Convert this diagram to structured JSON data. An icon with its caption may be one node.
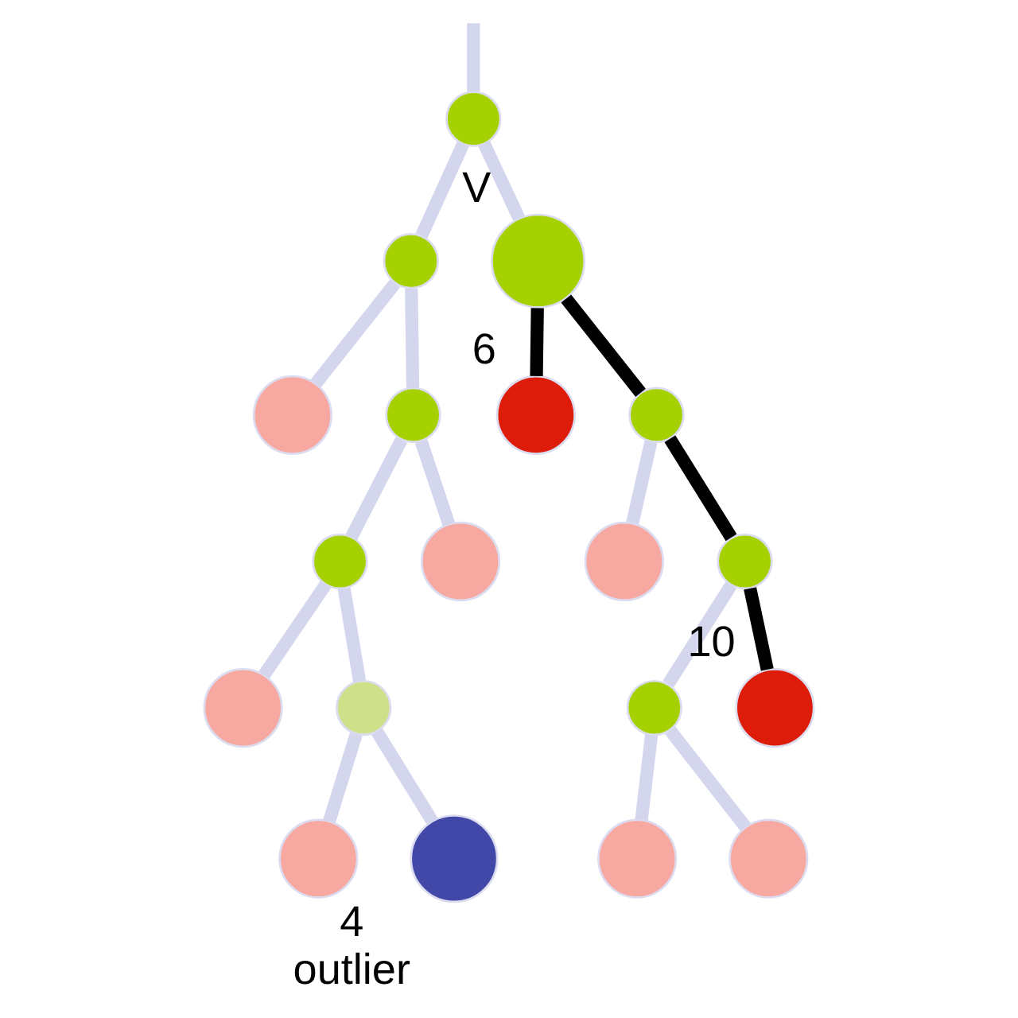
{
  "diagram": {
    "nodes": [
      {
        "text": [],
        "shape": "circle"
      },
      {
        "text": [],
        "shape": "circle"
      },
      {
        "text": [],
        "shape": "circle",
        "beside": [
          "V"
        ]
      },
      {
        "text": [],
        "shape": "circle"
      },
      {
        "text": [],
        "shape": "circle"
      },
      {
        "text": [],
        "shape": "circle"
      },
      {
        "text": [],
        "shape": "circle"
      },
      {
        "text": [],
        "shape": "circle"
      },
      {
        "text": [],
        "shape": "circle"
      },
      {
        "text": [],
        "shape": "circle"
      },
      {
        "text": [],
        "shape": "circle",
        "beside": [
          "4",
          "outlier"
        ]
      },
      {
        "text": [],
        "shape": "circle",
        "beside": [
          "6"
        ]
      },
      {
        "text": [],
        "shape": "circle"
      },
      {
        "text": [],
        "shape": "circle"
      },
      {
        "text": [],
        "shape": "circle"
      },
      {
        "text": [],
        "shape": "circle"
      },
      {
        "text": [],
        "shape": "circle",
        "beside": [
          "10"
        ]
      },
      {
        "text": [],
        "shape": "circle"
      },
      {
        "text": [],
        "shape": "circle"
      }
    ],
    "edges": [
      {
        "from": null,
        "to": 0,
        "arrow": "none"
      },
      {
        "from": 0,
        "to": 1,
        "arrow": "none"
      },
      {
        "from": 0,
        "to": 2,
        "arrow": "none"
      },
      {
        "from": 1,
        "to": 3,
        "arrow": "none"
      },
      {
        "from": 1,
        "to": 4,
        "arrow": "none"
      },
      {
        "from": 4,
        "to": 5,
        "arrow": "none"
      },
      {
        "from": 4,
        "to": 6,
        "arrow": "none"
      },
      {
        "from": 5,
        "to": 7,
        "arrow": "none"
      },
      {
        "from": 5,
        "to": 8,
        "arrow": "none"
      },
      {
        "from": 8,
        "to": 9,
        "arrow": "none"
      },
      {
        "from": 8,
        "to": 10,
        "arrow": "none"
      },
      {
        "from": 2,
        "to": 11,
        "arrow": "none",
        "color": "#000000"
      },
      {
        "from": 2,
        "to": 12,
        "arrow": "none",
        "color": "#000000"
      },
      {
        "from": 12,
        "to": 13,
        "arrow": "none"
      },
      {
        "from": 12,
        "to": 14,
        "arrow": "none",
        "color": "#000000"
      },
      {
        "from": 14,
        "to": 15,
        "arrow": "none"
      },
      {
        "from": 14,
        "to": 16,
        "arrow": "none",
        "color": "#000000"
      },
      {
        "from": 15,
        "to": 17,
        "arrow": "none"
      },
      {
        "from": 15,
        "to": 18,
        "arrow": "none"
      }
    ]
  }
}
